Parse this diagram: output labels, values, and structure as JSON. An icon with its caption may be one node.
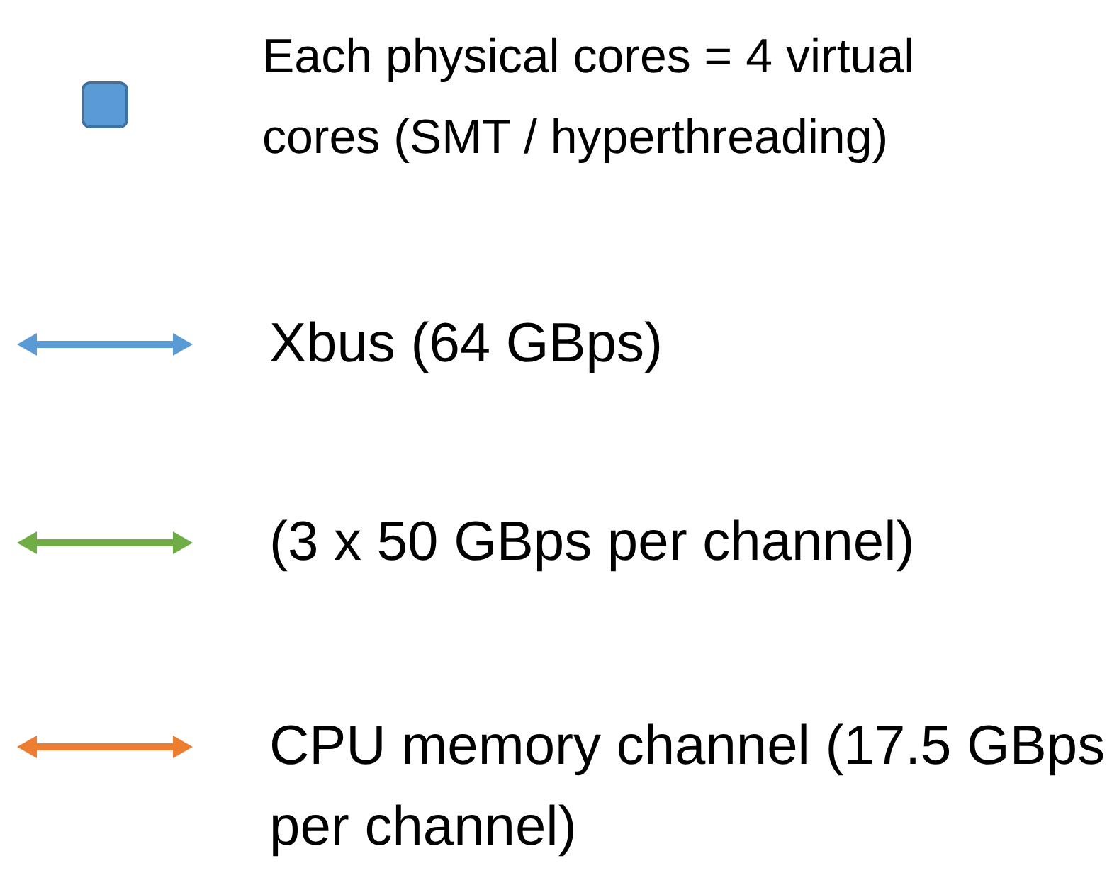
{
  "diagram": {
    "legend": [
      {
        "text": "Each physical cores = 4 virtual cores (SMT / hyperthreading)",
        "color": "#5b9bd5"
      },
      {
        "text": "Xbus (64 GBps)",
        "color": "#5b9bd5"
      },
      {
        "text": "(3 x 50 GBps per channel)",
        "color": "#70ad47"
      },
      {
        "text": "CPU memory channel (17.5 GBps per channel)",
        "color": "#ed7d31"
      }
    ]
  }
}
